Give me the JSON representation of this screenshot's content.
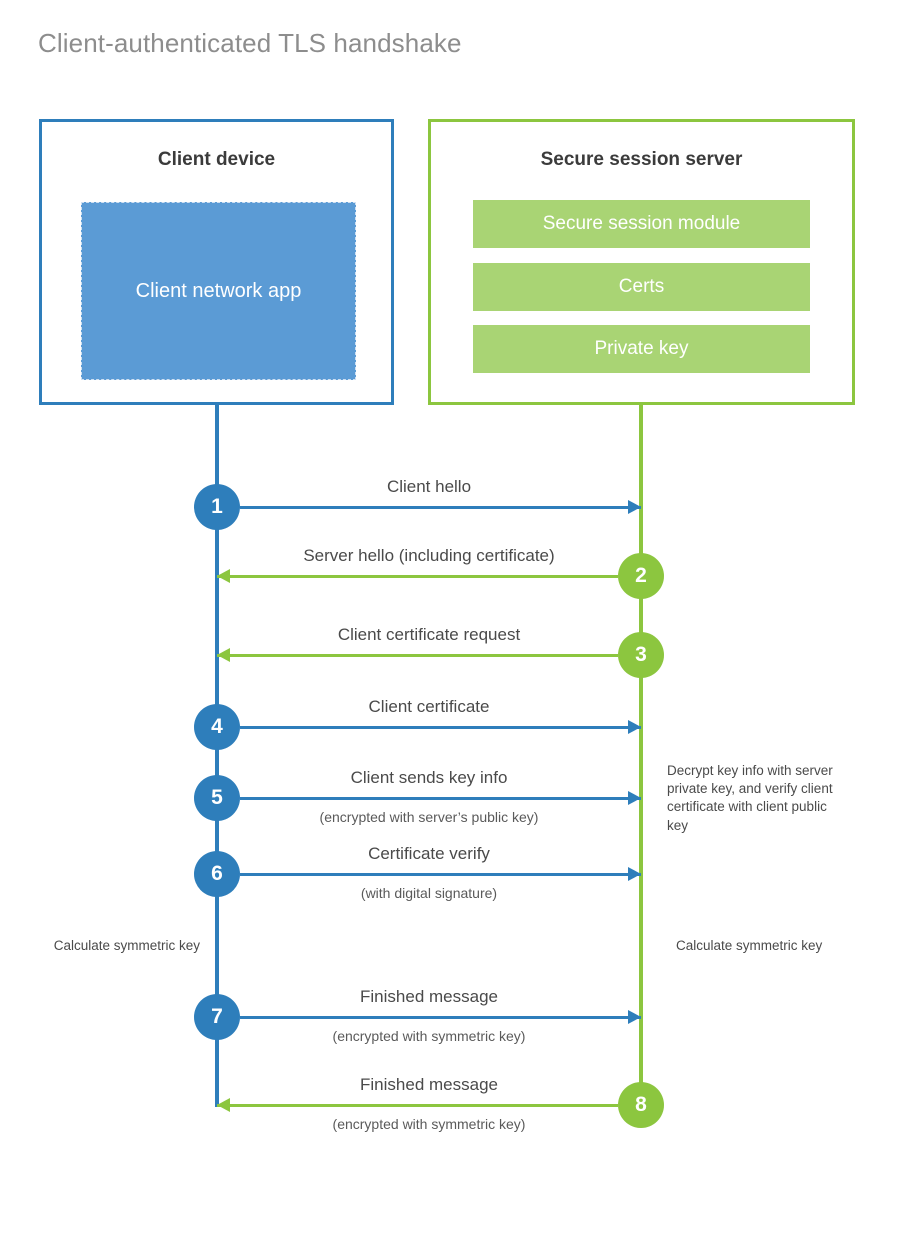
{
  "title": "Client-authenticated TLS handshake",
  "colors": {
    "client_accent": "#2e7ebb",
    "client_app_fill": "#5b9bd5",
    "server_accent": "#8cc63f",
    "server_bar_fill": "#a9d474",
    "title_text": "#8d8d8d",
    "body_text": "#4a4a4a",
    "background": "#ffffff"
  },
  "client": {
    "title": "Client device",
    "app_label": "Client network app"
  },
  "server": {
    "title": "Secure session server",
    "components": [
      "Secure session module",
      "Certs",
      "Private key"
    ]
  },
  "messages": [
    {
      "step": "1",
      "label": "Client hello",
      "sub": "",
      "direction": "client-to-server",
      "color": "blue"
    },
    {
      "step": "2",
      "label": "Server hello (including certificate)",
      "sub": "",
      "direction": "server-to-client",
      "color": "green"
    },
    {
      "step": "3",
      "label": "Client certificate request",
      "sub": "",
      "direction": "server-to-client",
      "color": "green"
    },
    {
      "step": "4",
      "label": "Client certificate",
      "sub": "",
      "direction": "client-to-server",
      "color": "blue"
    },
    {
      "step": "5",
      "label": "Client sends key info",
      "sub": "(encrypted with server’s public key)",
      "direction": "client-to-server",
      "color": "blue"
    },
    {
      "step": "6",
      "label": "Certificate verify",
      "sub": "(with digital signature)",
      "direction": "client-to-server",
      "color": "blue"
    },
    {
      "step": "7",
      "label": "Finished message",
      "sub": "(encrypted with symmetric key)",
      "direction": "client-to-server",
      "color": "blue"
    },
    {
      "step": "8",
      "label": "Finished message",
      "sub": "(encrypted with symmetric key)",
      "direction": "server-to-client",
      "color": "green"
    }
  ],
  "notes": {
    "server_decrypt": "Decrypt key info with server private key, and verify client certificate with client public key",
    "client_symmetric_key": "Calculate symmetric key",
    "server_symmetric_key": "Calculate symmetric key"
  }
}
